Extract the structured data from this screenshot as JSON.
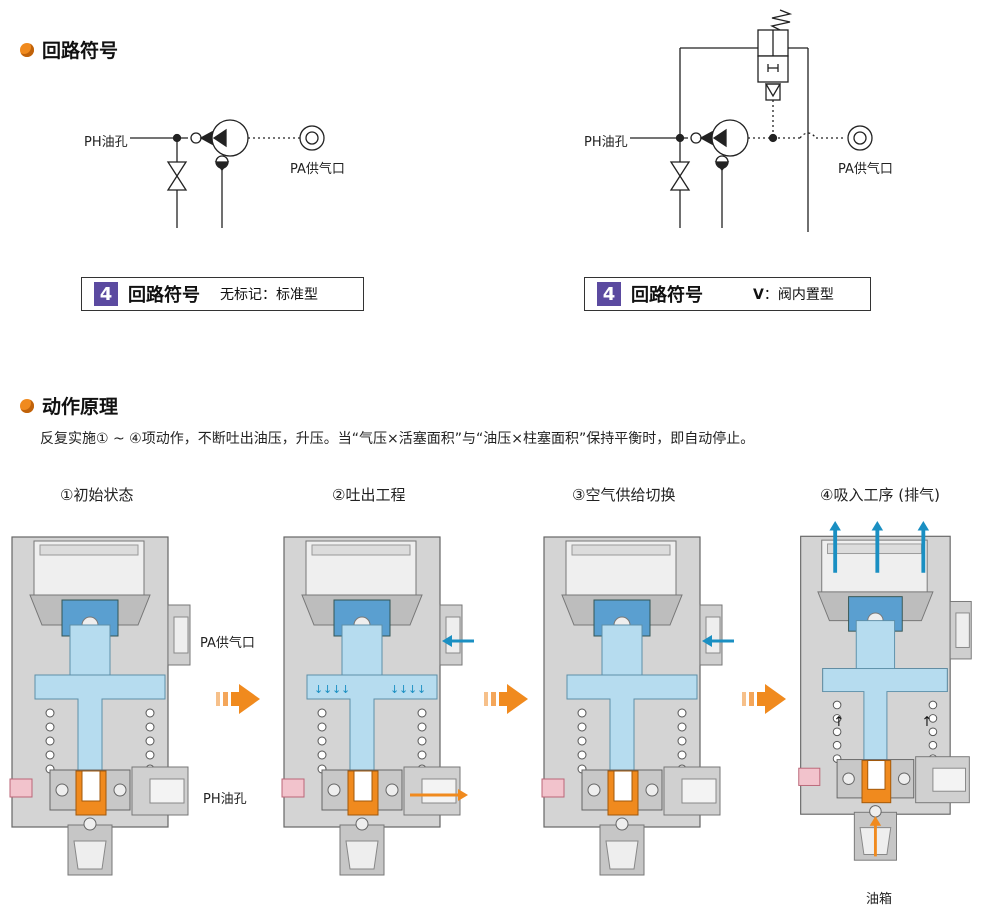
{
  "sections": {
    "circuit_heading": "回路符号",
    "action_heading": "动作原理"
  },
  "circuit": {
    "left": {
      "ph_label": "PH油孔",
      "pa_label": "PA供气口",
      "box_num": "4",
      "box_title": "回路符号",
      "box_note": "无标记：标准型"
    },
    "right": {
      "ph_label": "PH油孔",
      "pa_label": "PA供气口",
      "box_num": "4",
      "box_title": "回路符号",
      "box_note_prefix": "V",
      "box_note": "：阀内置型"
    }
  },
  "description": "反复实施① ~ ④项动作，不断吐出油压，升压。当“气压×活塞面积”与“油压×柱塞面积”保持平衡时，即自动停止。",
  "steps": [
    {
      "title": "①初始状态"
    },
    {
      "title": "②吐出工程"
    },
    {
      "title": "③空气供给切换"
    },
    {
      "title": "④吸入工序 (排气)"
    }
  ],
  "step_labels": {
    "pa_label": "PA供气口",
    "ph_label": "PH油孔",
    "tank_label": "油箱"
  },
  "colors": {
    "accent": "#f08a1e",
    "badge": "#5b4aa0",
    "fluid": "#b6dcef",
    "air_arrow": "#1a8fc2",
    "oil_arrow": "#f08a1e",
    "body_grey": "#c8c8c8"
  },
  "icons": [
    "bullet-icon",
    "arrow-right-icon"
  ]
}
